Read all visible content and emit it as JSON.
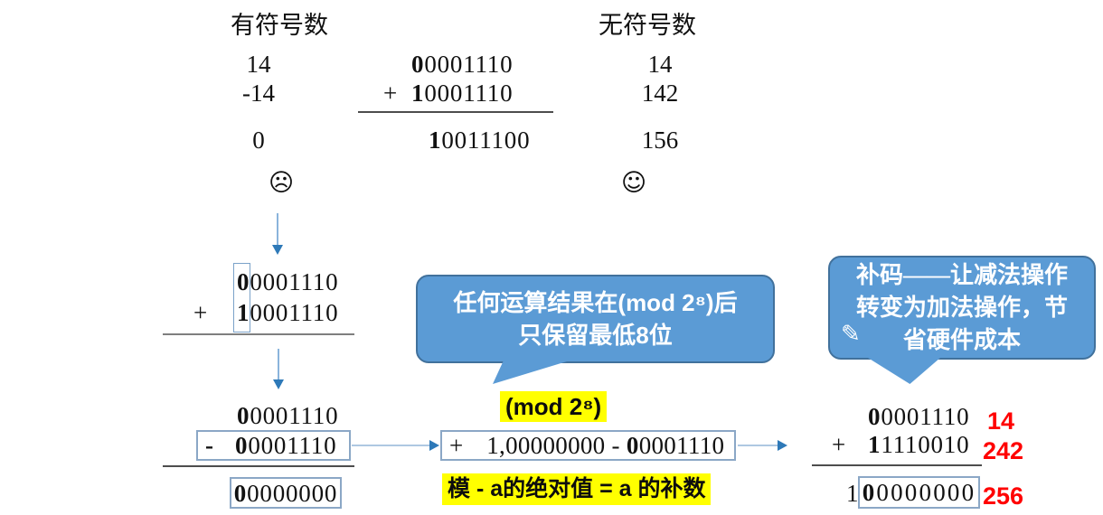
{
  "colors": {
    "bubble_fill": "#5B9BD5",
    "bubble_border": "#41719C",
    "arrow_blue": "#2E79B8",
    "highlight_yellow": "#FFFF00",
    "accent_red": "#FF0000"
  },
  "top": {
    "signed_header": "有符号数",
    "unsigned_header": "无符号数",
    "rows": [
      {
        "signed": "14",
        "op": "",
        "bin_first": "0",
        "bin_rest": "0001110",
        "unsigned": "14"
      },
      {
        "signed": "-14",
        "op": "+",
        "bin_first": "1",
        "bin_rest": "0001110",
        "unsigned": "142"
      },
      {
        "signed": "0",
        "op": "",
        "bin_first": "1",
        "bin_rest": "0011100",
        "unsigned": "156"
      }
    ],
    "sad_face": "☹",
    "happy_face": "☺"
  },
  "mid_sum": {
    "op": "+",
    "addend1_first": "0",
    "addend1_rest": "0001110",
    "addend2_first": "1",
    "addend2_rest": "0001110"
  },
  "bubble_mod": {
    "line1": "任何运算结果在(mod 2⁸)后",
    "line2": "只保留最低8位"
  },
  "bubble_complement": {
    "line1": "补码——让减法操作",
    "line2": "转变为加法操作，节",
    "line3": "省硬件成本",
    "pencil_icon": "✎"
  },
  "bottom_left": {
    "minuend_first": "0",
    "minuend_rest": "0001110",
    "op": "-",
    "subtrahend_first": "0",
    "subtrahend_rest": "0001110",
    "result_first": "0",
    "result_rest": "0000000"
  },
  "bottom_mid": {
    "mod_label": "(mod 2⁸)",
    "op": "+",
    "expr_pre": "1,00000000 - ",
    "expr_bold": "0",
    "expr_rest": "0001110",
    "formula": "模 - a的绝对值 = a 的补数"
  },
  "bottom_right": {
    "op": "+",
    "addend1_first": "0",
    "addend1_rest": "0001110",
    "addend2_first": "1",
    "addend2_rest": "1110010",
    "result_pre": "1",
    "result_first": "0",
    "result_rest": "0000000",
    "decimal_values": [
      "14",
      "242",
      "256"
    ]
  }
}
